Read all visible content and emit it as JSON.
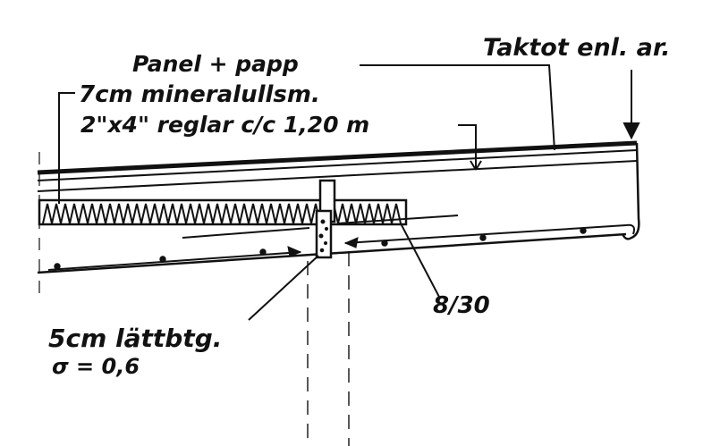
{
  "labels": {
    "taktfot": "Taktot enl. ar.",
    "panel": "Panel + papp",
    "mineral": "7cm mineralullsm.",
    "reglar": "2\"x4\" reglar c/c 1,20 m",
    "lattbtg": "5cm lättbtg.",
    "sigma": "σ = 0,6",
    "rebar": "8/30"
  },
  "colors": {
    "ink": "#111111",
    "paper": "#ffffff"
  }
}
